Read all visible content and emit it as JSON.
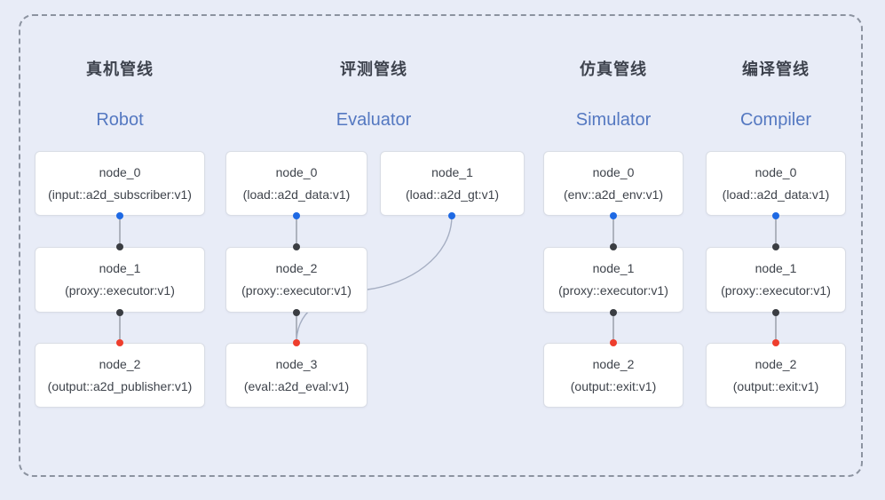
{
  "pipelines": [
    {
      "title_zh": "真机管线",
      "title_en": "Robot",
      "nodes": [
        {
          "name": "node_0",
          "spec": "(input::a2d_subscriber:v1)"
        },
        {
          "name": "node_1",
          "spec": "(proxy::executor:v1)"
        },
        {
          "name": "node_2",
          "spec": "(output::a2d_publisher:v1)"
        }
      ]
    },
    {
      "title_zh": "评测管线",
      "title_en": "Evaluator",
      "nodes": [
        {
          "name": "node_0",
          "spec": "(load::a2d_data:v1)"
        },
        {
          "name": "node_1",
          "spec": "(load::a2d_gt:v1)"
        },
        {
          "name": "node_2",
          "spec": "(proxy::executor:v1)"
        },
        {
          "name": "node_3",
          "spec": "(eval::a2d_eval:v1)"
        }
      ]
    },
    {
      "title_zh": "仿真管线",
      "title_en": "Simulator",
      "nodes": [
        {
          "name": "node_0",
          "spec": "(env::a2d_env:v1)"
        },
        {
          "name": "node_1",
          "spec": "(proxy::executor:v1)"
        },
        {
          "name": "node_2",
          "spec": "(output::exit:v1)"
        }
      ]
    },
    {
      "title_zh": "编译管线",
      "title_en": "Compiler",
      "nodes": [
        {
          "name": "node_0",
          "spec": "(load::a2d_data:v1)"
        },
        {
          "name": "node_1",
          "spec": "(proxy::executor:v1)"
        },
        {
          "name": "node_2",
          "spec": "(output::exit:v1)"
        }
      ]
    }
  ],
  "edges": [
    {
      "from": "Robot.node_0",
      "to": "Robot.node_1"
    },
    {
      "from": "Robot.node_1",
      "to": "Robot.node_2"
    },
    {
      "from": "Evaluator.node_0",
      "to": "Evaluator.node_2"
    },
    {
      "from": "Evaluator.node_1",
      "to": "Evaluator.node_3"
    },
    {
      "from": "Evaluator.node_2",
      "to": "Evaluator.node_3"
    },
    {
      "from": "Simulator.node_0",
      "to": "Simulator.node_1"
    },
    {
      "from": "Simulator.node_1",
      "to": "Simulator.node_2"
    },
    {
      "from": "Compiler.node_0",
      "to": "Compiler.node_1"
    },
    {
      "from": "Compiler.node_1",
      "to": "Compiler.node_2"
    }
  ],
  "colors": {
    "background": "#e8ecf7",
    "header_zh": "#3d424d",
    "header_en": "#5478c1",
    "node_text": "#3e434b",
    "port_source_blue": "#1e69e4",
    "port_internal_dark": "#3a3d42",
    "port_sink_red": "#ee3e2d"
  }
}
